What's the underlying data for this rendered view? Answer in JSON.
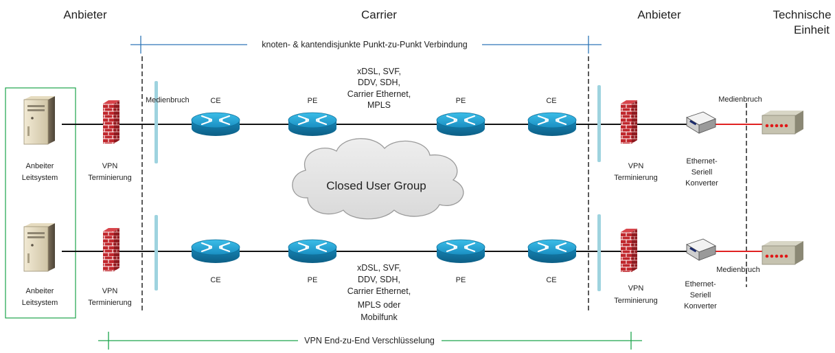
{
  "headers": {
    "left": "Anbieter",
    "center": "Carrier",
    "right": "Anbieter",
    "far_right_line1": "Technische",
    "far_right_line2": "Einheit"
  },
  "top_bar": {
    "label": "knoten- & kantendisjunkte Punkt-zu-Punkt Verbindung",
    "color": "#2e75b6"
  },
  "bottom_bar": {
    "label": "VPN End-zu-End Verschlüsselung",
    "color": "#1aa34a"
  },
  "cloud": {
    "label": "Closed User Group"
  },
  "top_row": {
    "server_label": [
      "Anbeiter",
      "Leitsystem"
    ],
    "vpn_left": [
      "VPN",
      "Terminierung"
    ],
    "medienbruch_left": "Medienbruch",
    "router_labels": [
      "CE",
      "PE",
      "PE",
      "CE"
    ],
    "tech_text": [
      "xDSL, SVF,",
      "DDV, SDH,",
      "Carrier Ethernet,",
      "MPLS"
    ],
    "vpn_right": [
      "VPN",
      "Terminierung"
    ],
    "converter": [
      "Ethernet-",
      "Seriell",
      "Konverter"
    ],
    "medienbruch_right": "Medienbruch"
  },
  "bottom_row": {
    "server_label": [
      "Anbeiter",
      "Leitsystem"
    ],
    "vpn_left": [
      "VPN",
      "Terminierung"
    ],
    "router_labels": [
      "CE",
      "PE",
      "PE",
      "CE"
    ],
    "tech_text": [
      "xDSL, SVF,",
      "DDV, SDH,",
      "Carrier Ethernet,",
      "MPLS oder",
      "Mobilfunk"
    ],
    "vpn_right": [
      "VPN",
      "Terminierung"
    ],
    "converter": [
      "Ethernet-",
      "Seriell",
      "Konverter"
    ],
    "medienbruch_right": "Medienbruch"
  },
  "colors": {
    "router": "#1b9ecf",
    "firewall": "#c0272d",
    "media_break": "#9ed3df",
    "serial_line": "#e02020",
    "frame_green": "#1aa34a"
  }
}
